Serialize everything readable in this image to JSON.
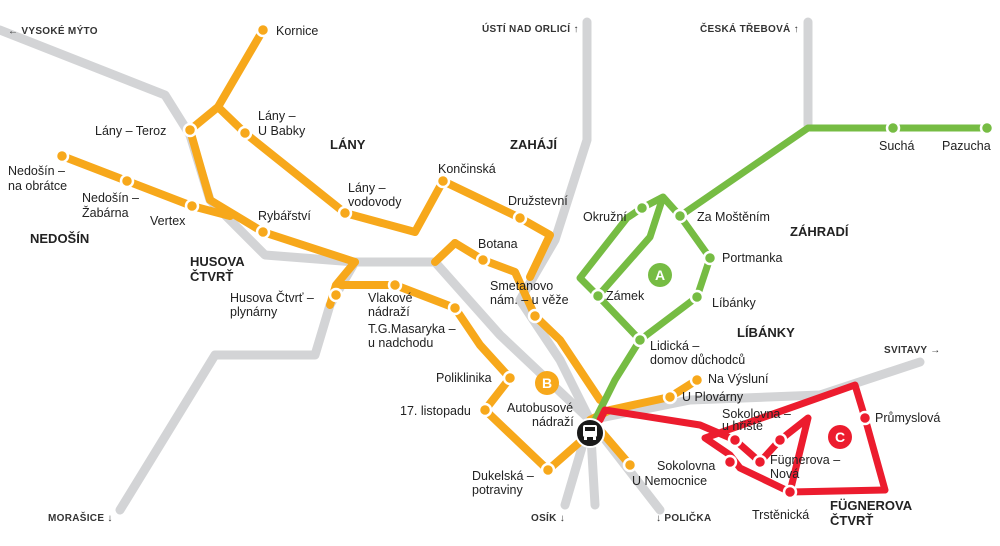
{
  "colors": {
    "line_b": "#f7a81b",
    "line_a": "#76bc43",
    "line_c": "#ec1c2e",
    "rail": "#d3d4d6",
    "bus_station": "#1a1a1a"
  },
  "icons": {
    "bus_station": "bus-icon"
  },
  "directions": {
    "vysoke_myto": "← VYSOKÉ MÝTO",
    "usti": "ÚSTÍ NAD ORLICÍ ↑",
    "ceska_trebova": "ČESKÁ TŘEBOVÁ ↑",
    "svitavy": "SVITAVY →",
    "morasice": "MORAŠICE ↓",
    "osik": "OSÍK ↓",
    "policka": "↓ POLIČKA"
  },
  "districts": {
    "lany": "LÁNY",
    "zahaji": "ZAHÁJÍ",
    "zahradi": "ZÁHRADÍ",
    "nedosin": "NEDOŠÍN",
    "husova_1": "HUSOVA",
    "husova_2": "ČTVRŤ",
    "libanky": "LÍBÁNKY",
    "fugnerova_1": "FÜGNEROVA",
    "fugnerova_2": "ČTVRŤ"
  },
  "lines": {
    "a": "A",
    "b": "B",
    "c": "C"
  },
  "stops": {
    "kornice": "Kornice",
    "lany_babky_1": "Lány –",
    "lany_babky_2": "U Babky",
    "lany_teroz": "Lány – Teroz",
    "nedosin_obratce_1": "Nedošín –",
    "nedosin_obratce_2": "na obrátce",
    "nedosin_zabarna_1": "Nedošín –",
    "nedosin_zabarna_2": "Žabárna",
    "vertex": "Vertex",
    "rybarstvi": "Rybářství",
    "lany_vodovody_1": "Lány –",
    "lany_vodovody_2": "vodovody",
    "koncinska": "Končinská",
    "druzstevni": "Družstevní",
    "botana": "Botana",
    "smetanovo_1": "Smetanovo",
    "smetanovo_2": "nám. – u věže",
    "husova_plynarny_1": "Husova Čtvrť –",
    "husova_plynarny_2": "plynárny",
    "vlakove_1": "Vlakové",
    "vlakove_2": "nádraží",
    "tgm_1": "T.G.Masaryka –",
    "tgm_2": "u nadchodu",
    "poliklinika": "Poliklinika",
    "listopadu": "17. listopadu",
    "autobusove_1": "Autobusové",
    "autobusove_2": "nádraží",
    "dukelska_1": "Dukelská –",
    "dukelska_2": "potraviny",
    "na_vysluni": "Na Výsluní",
    "u_plovarny": "U Plovárny",
    "u_nemocnice": "U Nemocnice",
    "okruzni": "Okružní",
    "za_mostenim": "Za Moštěním",
    "portmanka": "Portmanka",
    "zamek": "Zámek",
    "libanky": "Líbánky",
    "lidicka_1": "Lidická –",
    "lidicka_2": "domov důchodců",
    "sucha": "Suchá",
    "pazucha": "Pazucha",
    "sokolovna_hriste_1": "Sokolovna –",
    "sokolovna_hriste_2": "u hřiště",
    "prumyslova": "Průmyslová",
    "fugnerova_nova_1": "Fügnerova –",
    "fugnerova_nova_2": "Nová",
    "sokolovna": "Sokolovna",
    "trstenicka": "Trstěnická"
  }
}
